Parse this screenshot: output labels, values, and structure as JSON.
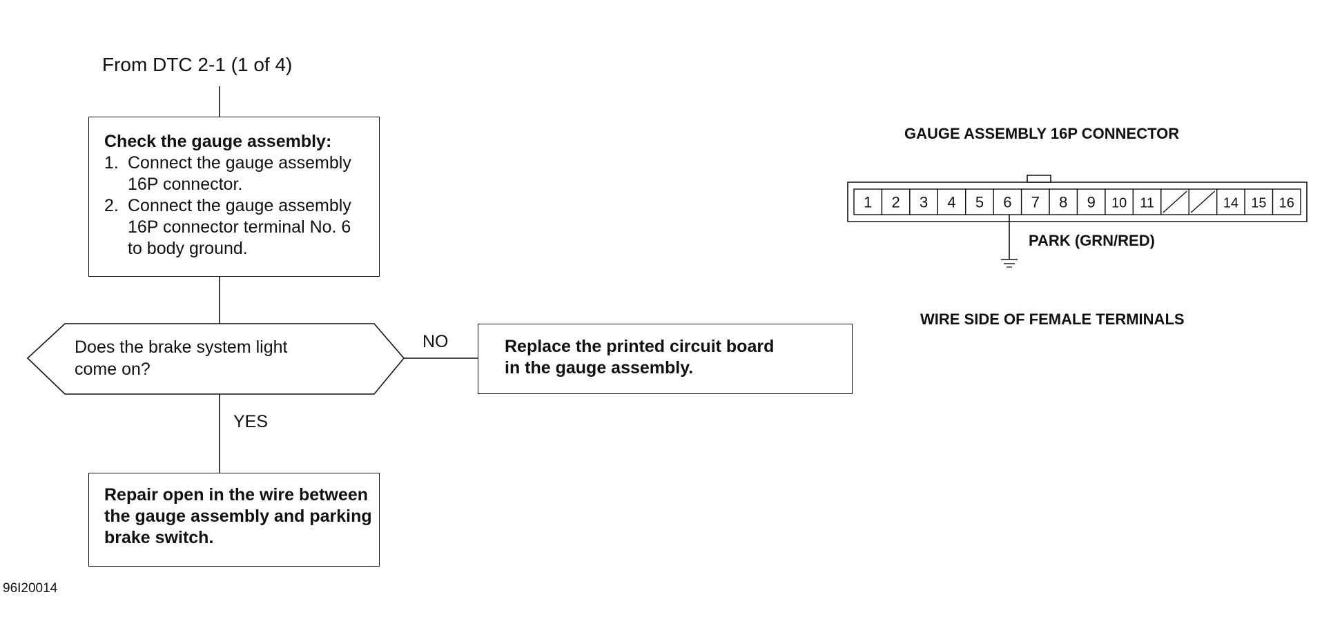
{
  "flow": {
    "from_label": "From DTC 2-1 (1 of 4)",
    "check_box": {
      "title": "Check the gauge assembly:",
      "steps": [
        {
          "num": "1.",
          "line1": "Connect the gauge assembly",
          "line2": "16P connector.",
          "line3": ""
        },
        {
          "num": "2.",
          "line1": "Connect the gauge assembly",
          "line2": "16P connector terminal No. 6",
          "line3": "to body ground."
        }
      ]
    },
    "decision": {
      "line1": "Does the brake system light",
      "line2": "come on?"
    },
    "no_label": "NO",
    "yes_label": "YES",
    "no_box": {
      "line1": "Replace the printed circuit board",
      "line2": "in the gauge assembly."
    },
    "yes_box": {
      "line1": "Repair open in the wire between",
      "line2": "the gauge assembly and parking",
      "line3": "brake switch."
    },
    "figure_code": "96I20014"
  },
  "connector": {
    "title": "GAUGE ASSEMBLY 16P CONNECTOR",
    "terminals": [
      "1",
      "2",
      "3",
      "4",
      "5",
      "6",
      "7",
      "8",
      "9",
      "10",
      "11",
      "",
      "",
      "14",
      "15",
      "16"
    ],
    "wire_label": "PARK (GRN/RED)",
    "footer": "WIRE SIDE OF FEMALE TERMINALS"
  }
}
